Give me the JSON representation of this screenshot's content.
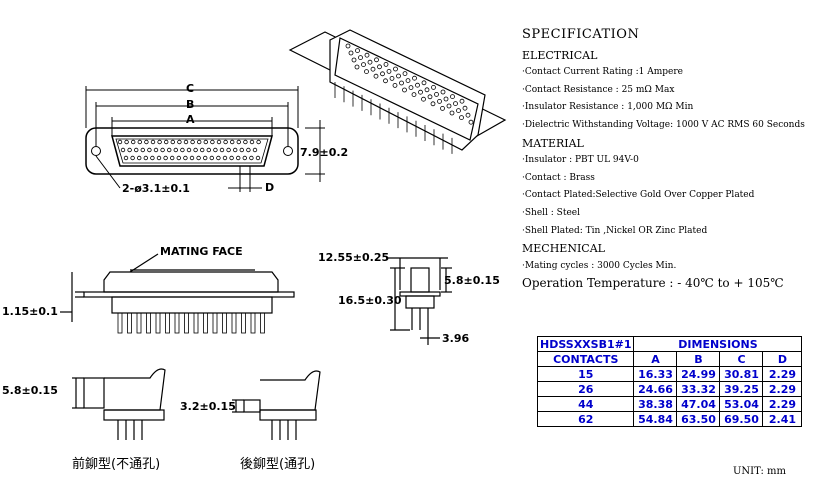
{
  "spec": {
    "title": "SPECIFICATION",
    "electrical_heading": "ELECTRICAL",
    "electrical": [
      "·Contact Current Rating :1 Ampere",
      "·Contact Resistance : 25 mΩ Max",
      "·Insulator Resistance : 1,000 MΩ Min",
      "·Dielectric Withstanding Voltage: 1000 V AC RMS 60 Seconds"
    ],
    "material_heading": "MATERIAL",
    "material": [
      "·Insulator : PBT UL 94V-0",
      "·Contact : Brass",
      "·Contact Plated:Selective Gold Over Copper Plated",
      "·Shell : Steel",
      "·Shell Plated: Tin ,Nickel OR Zinc Plated"
    ],
    "mechenical_heading": "MECHENICAL",
    "mechenical": [
      "·Mating cycles : 3000 Cycles Min."
    ],
    "operation": "Operation Temperature : - 40℃ to + 105℃"
  },
  "table": {
    "part": "HDSSXXSB1#1",
    "dimensions_header": "DIMENSIONS",
    "contacts_header": "CONTACTS",
    "cols": [
      "A",
      "B",
      "C",
      "D"
    ],
    "rows": [
      [
        "15",
        "16.33",
        "24.99",
        "30.81",
        "2.29"
      ],
      [
        "26",
        "24.66",
        "33.32",
        "39.25",
        "2.29"
      ],
      [
        "44",
        "38.38",
        "47.04",
        "53.04",
        "2.29"
      ],
      [
        "62",
        "54.84",
        "63.50",
        "69.50",
        "2.41"
      ]
    ]
  },
  "unit": "UNIT: mm",
  "labels": {
    "c": "C",
    "b": "B",
    "a": "A",
    "d": "D",
    "hole": "2-ø3.1±0.1",
    "height_front": "7.9±0.2",
    "mating_face": "MATING FACE",
    "flange": "1.15±0.1",
    "side_width": "12.55±0.25",
    "side_height": "16.5±0.30",
    "side_top": "5.8±0.15",
    "side_pin": "3.96",
    "front_type_dim": "5.8±0.15",
    "rear_type_dim": "3.2±0.15",
    "front_type": "前鉚型(不通孔)",
    "rear_type": "後鉚型(通孔)"
  }
}
